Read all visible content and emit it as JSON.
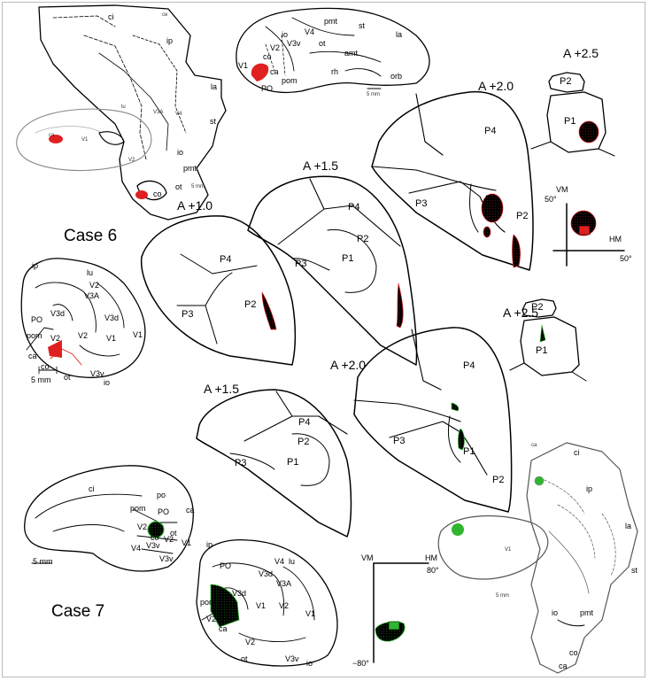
{
  "cases": {
    "case6": "Case 6",
    "case7": "Case 7"
  },
  "colors": {
    "case6": "#e02020",
    "case7": "#2fb52f",
    "outline": "#000000"
  },
  "sections": {
    "r_a25": "A +2.5",
    "r_a20": "A +2.0",
    "r_a15": "A +1.5",
    "r_a10": "A +1.0",
    "g_a25": "A +2.5",
    "g_a20": "A +2.0",
    "g_a15": "A +1.5"
  },
  "pulvinar": {
    "p1": "P1",
    "p2": "P2",
    "p3": "P3",
    "p4": "P4"
  },
  "lateral_view_top": {
    "labels": [
      "pmt",
      "st",
      "la",
      "io",
      "V4",
      "V3v",
      "ot",
      "amt",
      "co",
      "V2",
      "V1",
      "ca",
      "pom",
      "PO",
      "rh",
      "orb"
    ],
    "scale": "5 mm"
  },
  "flatmap_case6": {
    "labels": [
      "ci",
      "ce",
      "ca",
      "ip",
      "lu",
      "V1",
      "V2",
      "V3A",
      "V4",
      "st",
      "pmt",
      "io",
      "ot",
      "co",
      "la"
    ],
    "scale": "5 mm"
  },
  "coronal_case6": {
    "labels": [
      "ip",
      "lu",
      "V2",
      "V3A",
      "PO",
      "V3d",
      "V3d",
      "V1",
      "V1",
      "pom",
      "V2",
      "V2",
      "ca",
      "co",
      "ot",
      "V3v",
      "io"
    ],
    "scale": "5 mm"
  },
  "medial_case7": {
    "labels": [
      "ci",
      "po",
      "pom",
      "PO",
      "V2",
      "V3v",
      "V2",
      "co",
      "ot",
      "V4",
      "ca",
      "V1",
      "V3v"
    ],
    "scale": "5 mm"
  },
  "coronal_case7": {
    "labels": [
      "ip",
      "lu",
      "PO",
      "V4",
      "V3d",
      "V3A",
      "V3d",
      "pom",
      "V2",
      "V1",
      "ca",
      "V2",
      "V1",
      "V2",
      "ot",
      "V3v",
      "io"
    ]
  },
  "flatmap_case7": {
    "labels": [
      "ca",
      "ci",
      "ip",
      "la",
      "V1",
      "st",
      "io",
      "pmt",
      "co",
      "ca"
    ],
    "scale": "5 mm"
  },
  "field_case6": {
    "vm": "VM",
    "hm": "HM",
    "vm_value": "50°",
    "hm_value": "50°"
  },
  "field_case7": {
    "vm": "VM",
    "hm": "HM",
    "hm_value": "80°",
    "vm_value": "−80°"
  }
}
